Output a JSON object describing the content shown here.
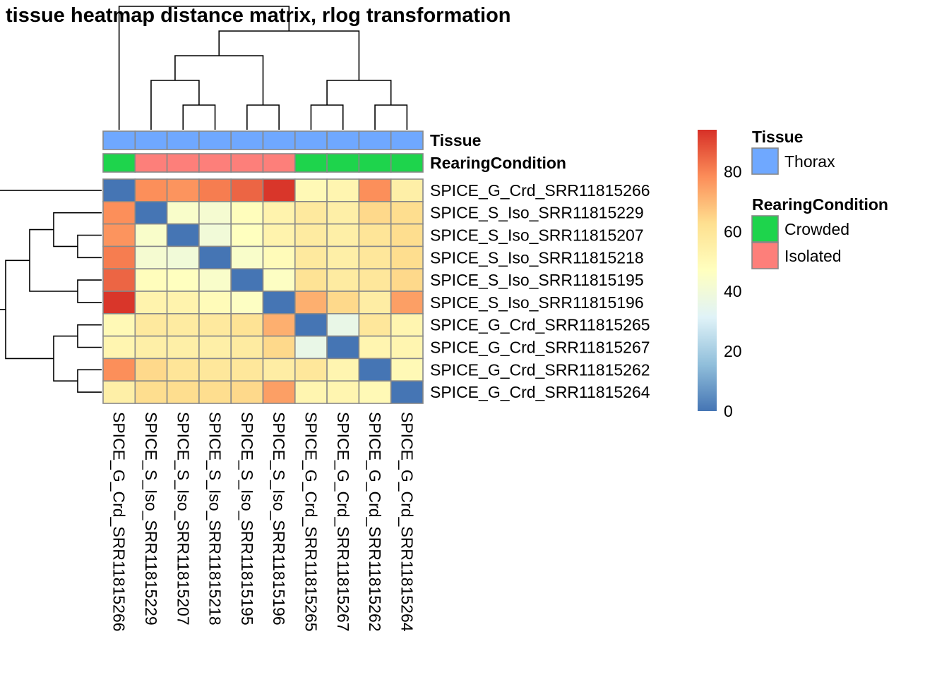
{
  "chart_data": {
    "type": "heatmap",
    "title": "tissue heatmap distance matrix, rlog transformation",
    "rows": [
      "SPICE_G_Crd_SRR11815266",
      "SPICE_S_Iso_SRR11815229",
      "SPICE_S_Iso_SRR11815207",
      "SPICE_S_Iso_SRR11815218",
      "SPICE_S_Iso_SRR11815195",
      "SPICE_S_Iso_SRR11815196",
      "SPICE_G_Crd_SRR11815265",
      "SPICE_G_Crd_SRR11815267",
      "SPICE_G_Crd_SRR11815262",
      "SPICE_G_Crd_SRR11815264"
    ],
    "columns": [
      "SPICE_G_Crd_SRR11815266",
      "SPICE_S_Iso_SRR11815229",
      "SPICE_S_Iso_SRR11815207",
      "SPICE_S_Iso_SRR11815218",
      "SPICE_S_Iso_SRR11815195",
      "SPICE_S_Iso_SRR11815196",
      "SPICE_G_Crd_SRR11815265",
      "SPICE_G_Crd_SRR11815267",
      "SPICE_G_Crd_SRR11815262",
      "SPICE_G_Crd_SRR11815264"
    ],
    "values": [
      [
        0,
        78,
        77,
        81,
        85,
        93,
        50,
        52,
        78,
        55
      ],
      [
        78,
        0,
        44,
        42,
        48,
        53,
        58,
        55,
        64,
        63
      ],
      [
        77,
        44,
        0,
        40,
        47,
        53,
        57,
        55,
        60,
        63
      ],
      [
        81,
        42,
        40,
        0,
        44,
        49,
        58,
        55,
        59,
        63
      ],
      [
        85,
        48,
        47,
        44,
        0,
        46,
        61,
        57,
        59,
        64
      ],
      [
        93,
        53,
        53,
        49,
        46,
        0,
        72,
        64,
        56,
        75
      ],
      [
        50,
        58,
        57,
        58,
        61,
        72,
        0,
        36,
        59,
        52
      ],
      [
        52,
        55,
        55,
        55,
        57,
        64,
        36,
        0,
        52,
        52
      ],
      [
        78,
        64,
        60,
        59,
        59,
        56,
        59,
        52,
        0,
        50
      ],
      [
        55,
        63,
        63,
        63,
        64,
        75,
        52,
        52,
        50,
        0
      ]
    ],
    "colorbar": {
      "min": 0,
      "max": 94,
      "ticks": [
        0,
        20,
        40,
        60,
        80
      ],
      "colors": [
        "#4575b4",
        "#91bfdb",
        "#e0f3f8",
        "#ffffbf",
        "#fee090",
        "#fc8d59",
        "#d73027"
      ]
    },
    "annotations": [
      {
        "name": "Tissue",
        "values": [
          "Thorax",
          "Thorax",
          "Thorax",
          "Thorax",
          "Thorax",
          "Thorax",
          "Thorax",
          "Thorax",
          "Thorax",
          "Thorax"
        ]
      },
      {
        "name": "RearingCondition",
        "values": [
          "Crowded",
          "Isolated",
          "Isolated",
          "Isolated",
          "Isolated",
          "Isolated",
          "Crowded",
          "Crowded",
          "Crowded",
          "Crowded"
        ]
      }
    ],
    "legend": [
      {
        "title": "Tissue",
        "items": [
          {
            "label": "Thorax",
            "color": "#6fa8ff"
          }
        ]
      },
      {
        "title": "RearingCondition",
        "items": [
          {
            "label": "Crowded",
            "color": "#1ed44c"
          },
          {
            "label": "Isolated",
            "color": "#fd7f7a"
          }
        ]
      }
    ]
  }
}
